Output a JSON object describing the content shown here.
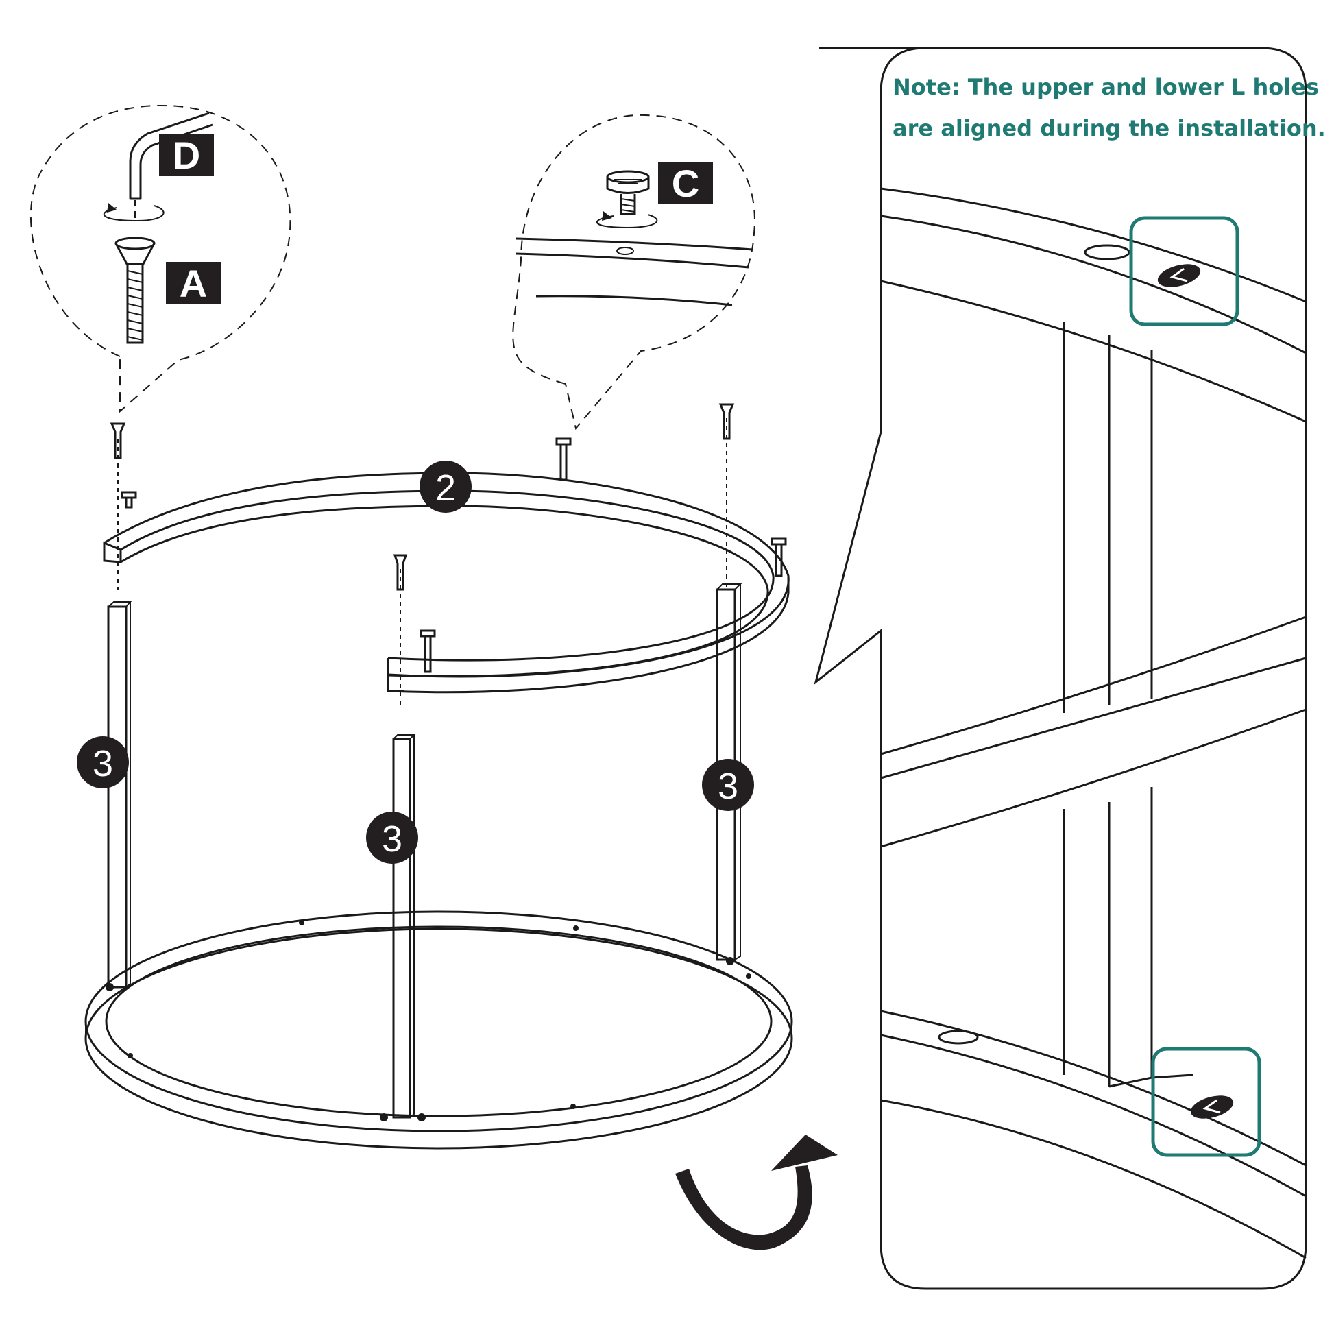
{
  "note": {
    "line1": "Note: The upper and lower L holes",
    "line2": "are aligned during the installation."
  },
  "parts": {
    "screw_a": "A",
    "foot_c": "C",
    "hex_key_d": "D"
  },
  "callouts": {
    "upper_ring": "2",
    "leg_left": "3",
    "leg_center": "3",
    "leg_right": "3"
  },
  "hole_mark": "L",
  "colors": {
    "accent": "#1e7a73",
    "line": "#1a1a1a",
    "badge": "#231f20"
  }
}
